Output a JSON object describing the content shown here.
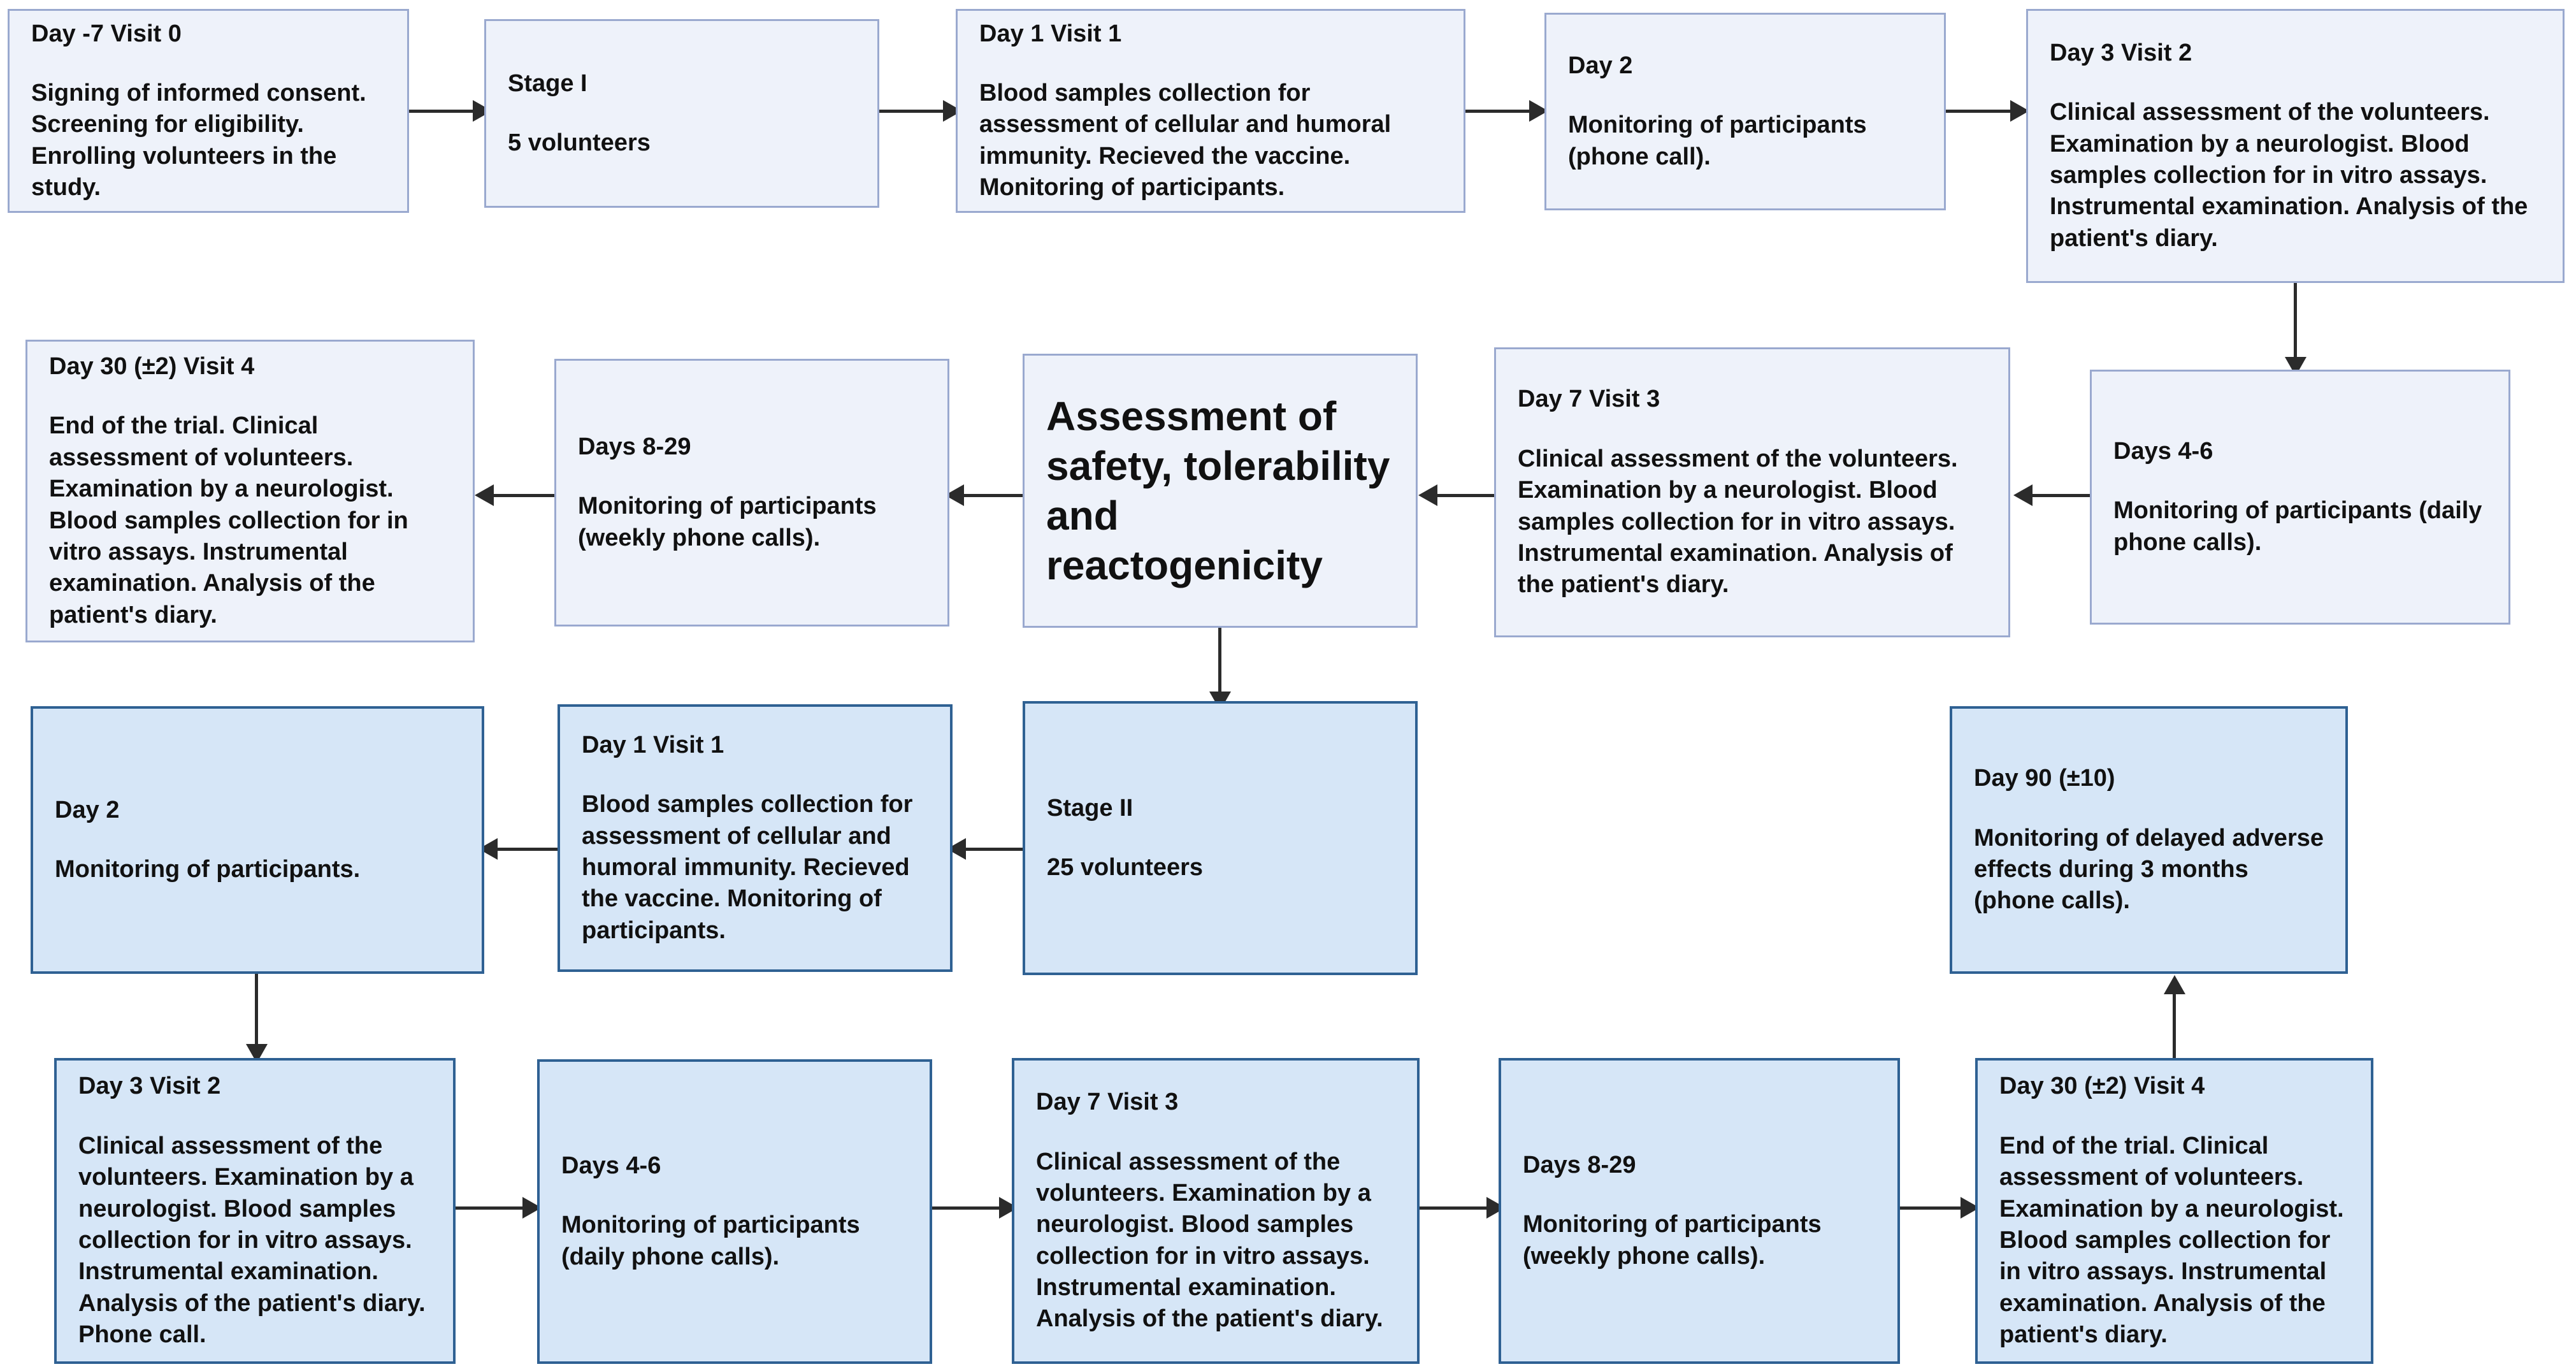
{
  "diagram": {
    "title": "Clinical trial schedule flowchart",
    "colors": {
      "stage1_fill": "#eef2fa",
      "stage1_border": "#9aa9cf",
      "stage2_fill": "#d6e6f7",
      "stage2_border": "#2f6193",
      "connector": "#2b2b2b",
      "text": "#111111",
      "background": "#ffffff"
    }
  },
  "nodes": {
    "s1_visit0": {
      "title": "Day -7 Visit 0",
      "body": "Signing of informed consent. Screening for eligibility. Enrolling volunteers in the study."
    },
    "s1_stage": {
      "title": "Stage I",
      "body": "5 volunteers"
    },
    "s1_visit1": {
      "title": "Day 1 Visit 1",
      "body": "Blood samples collection for assessment of cellular and humoral immunity. Recieved the vaccine. Monitoring of participants."
    },
    "s1_day2": {
      "title": "Day 2",
      "body": "Monitoring of participants (phone call)."
    },
    "s1_visit2": {
      "title": "Day 3 Visit 2",
      "body": "Clinical assessment of the volunteers. Examination by a neurologist. Blood samples collection for in vitro assays. Instrumental examination. Analysis of the patient's diary."
    },
    "s1_days46": {
      "title": "Days 4-6",
      "body": "Monitoring of participants (daily phone calls)."
    },
    "s1_visit3": {
      "title": "Day 7 Visit 3",
      "body": "Clinical assessment of the volunteers. Examination by a neurologist. Blood samples collection for in vitro assays. Instrumental examination. Analysis of the patient's diary."
    },
    "central": {
      "body": "Assessment of safety, tolerability and reactogenicity"
    },
    "s1_days829": {
      "title": "Days 8-29",
      "body": "Monitoring of participants (weekly phone calls)."
    },
    "s1_visit4": {
      "title": "Day 30 (±2) Visit 4",
      "body": "End of the trial. Clinical assessment of volunteers. Examination by a neurologist. Blood samples collection for in vitro assays. Instrumental examination. Analysis of the patient's diary."
    },
    "s2_stage": {
      "title": "Stage II",
      "body": "25 volunteers"
    },
    "s2_visit1": {
      "title": "Day 1 Visit 1",
      "body": "Blood samples collection for assessment of cellular and humoral immunity. Recieved the vaccine. Monitoring of participants."
    },
    "s2_day2": {
      "title": "Day 2",
      "body": "Monitoring of participants."
    },
    "s2_visit2": {
      "title": "Day 3 Visit 2",
      "body": "Clinical assessment of the volunteers. Examination by a neurologist. Blood samples collection for in vitro assays. Instrumental examination. Analysis of the patient's diary. Phone call."
    },
    "s2_days46": {
      "title": "Days 4-6",
      "body": "Monitoring of participants (daily phone calls)."
    },
    "s2_visit3": {
      "title": "Day 7 Visit 3",
      "body": "Clinical assessment of the volunteers. Examination by a neurologist. Blood samples collection for in vitro assays. Instrumental examination. Analysis of the patient's diary."
    },
    "s2_days829": {
      "title": "Days 8-29",
      "body": "Monitoring of participants (weekly phone calls)."
    },
    "s2_visit4": {
      "title": "Day 30 (±2) Visit 4",
      "body": "End of the trial. Clinical assessment of volunteers. Examination by a neurologist. Blood samples collection for in vitro assays. Instrumental examination. Analysis of the patient's diary."
    },
    "s2_day90": {
      "title": "Day 90 (±10)",
      "body": "Monitoring of delayed adverse effects during 3 months (phone calls)."
    }
  }
}
